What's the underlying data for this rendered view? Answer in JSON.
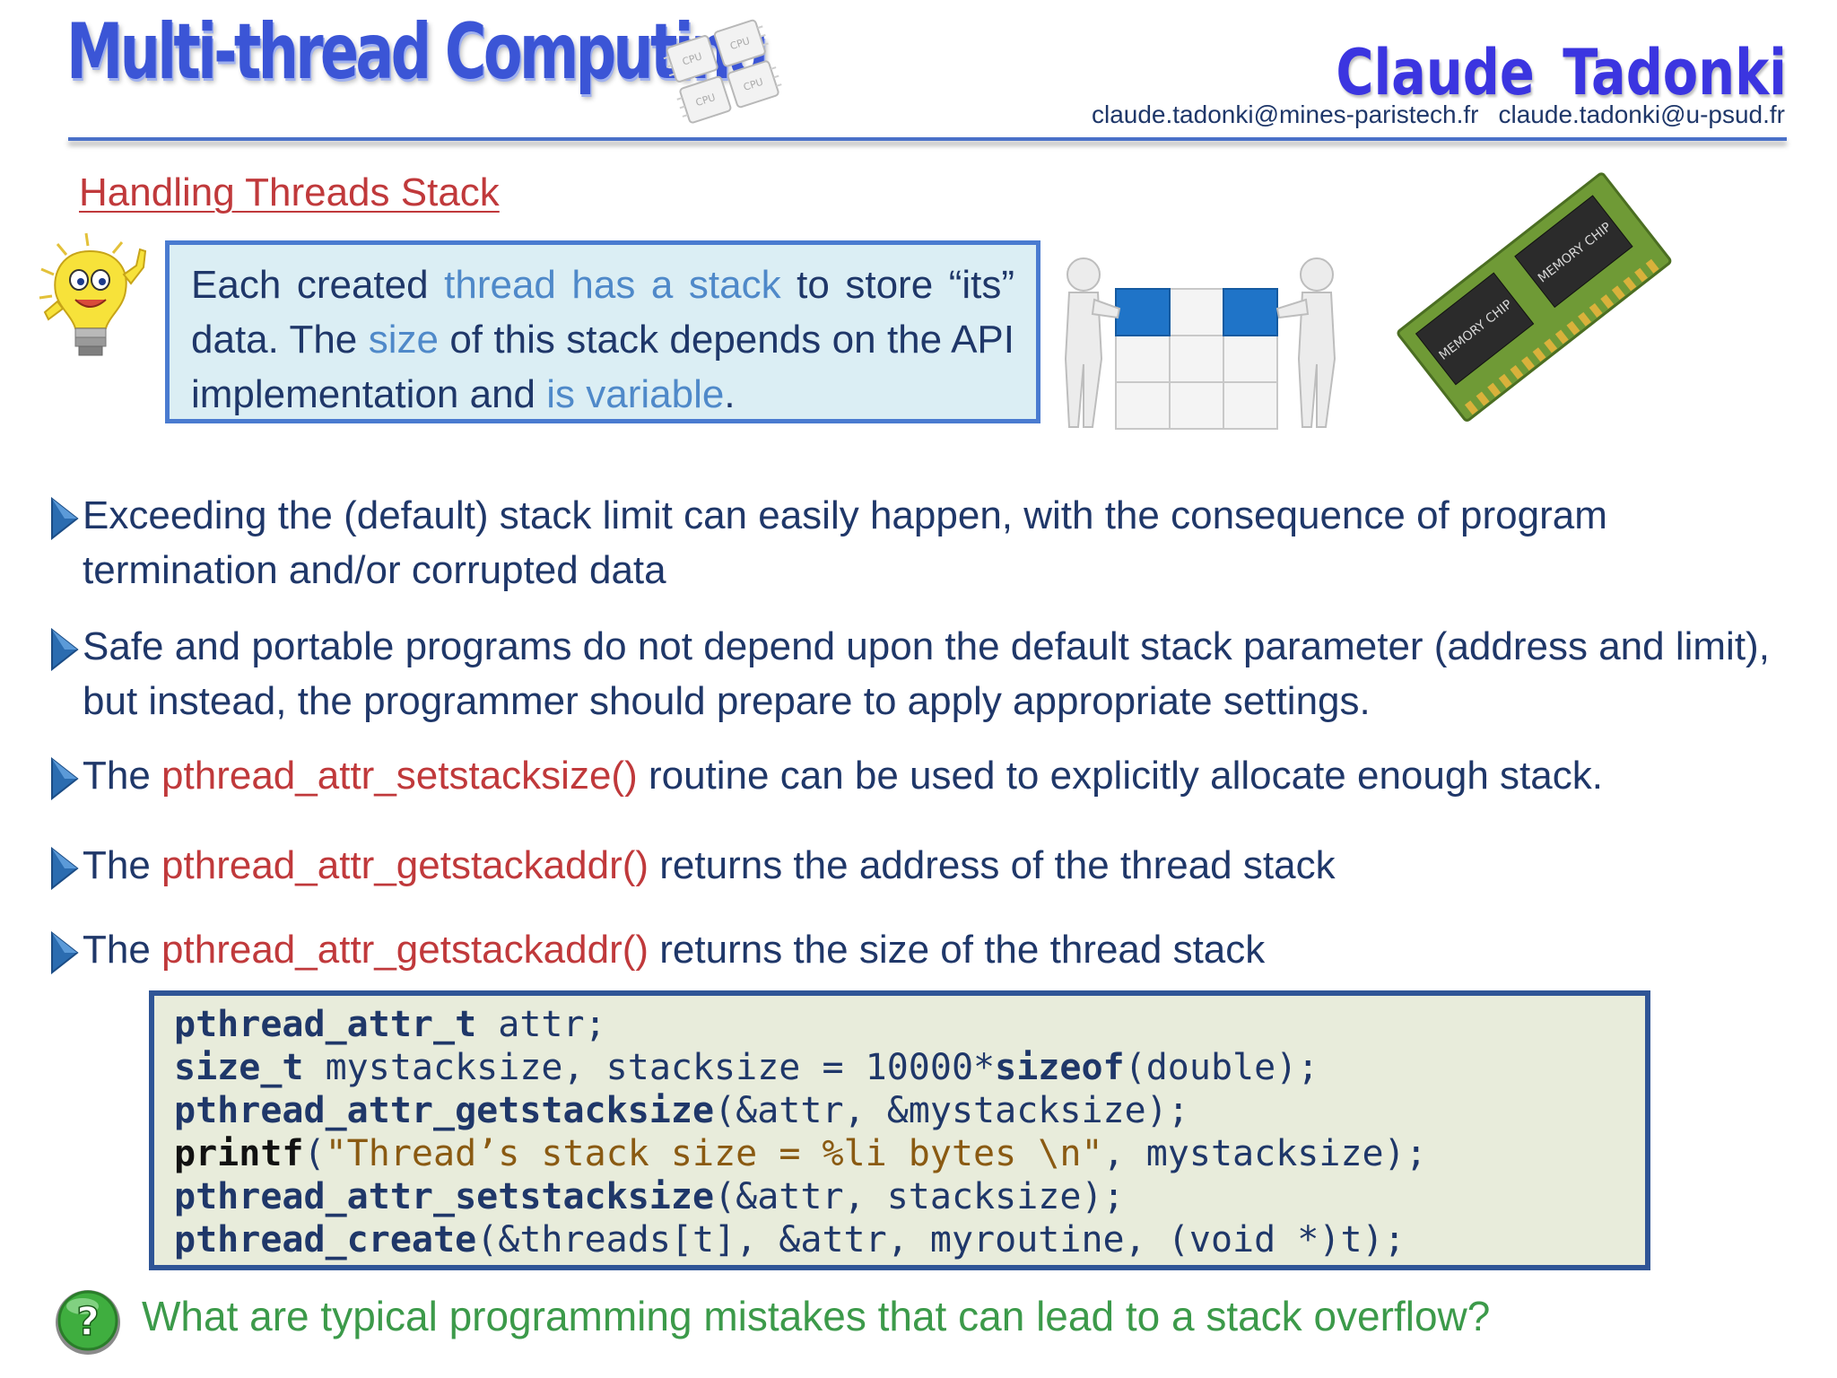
{
  "header": {
    "title": "Multi-thread Computing",
    "author": "Claude Tadonki",
    "emails": [
      "claude.tadonki@mines-paristech.fr",
      "claude.tadonki@u-psud.fr"
    ]
  },
  "section_title": "Handling Threads Stack",
  "info_box": {
    "t1": "Each created ",
    "t2": "thread has a stack",
    "t3": " to store “its” data. The ",
    "t4": "size",
    "t5": " of this stack depends on the API implementation and ",
    "t6": "is variable",
    "t7": "."
  },
  "bullets": [
    {
      "text": "Exceeding the (default) stack limit can easily happen, with the consequence of program termination and/or corrupted data"
    },
    {
      "text": "Safe and portable programs do not depend upon the default stack parameter (address and limit), but instead, the programmer should prepare to apply appropriate settings."
    },
    {
      "pre": "The ",
      "fn": "pthread_attr_setstacksize()",
      "post": " routine can be used to explicitly allocate enough stack."
    },
    {
      "pre": "The ",
      "fn": "pthread_attr_getstackaddr()",
      "post": " returns the address of the thread stack"
    },
    {
      "pre": "The ",
      "fn": "pthread_attr_getstackaddr()",
      "post": " returns the size of the thread stack"
    }
  ],
  "code": {
    "l1_kw": "pthread_attr_t",
    "l1_rest": " attr;",
    "l2_kw": "size_t",
    "l2_mid": " mystacksize, stacksize = 10000*",
    "l2_kw2": "sizeof",
    "l2_rest": "(double);",
    "l3_kw": "pthread_attr_getstacksize",
    "l3_rest": "(&attr, &mystacksize);",
    "l4_kw": "printf",
    "l4_open": "(",
    "l4_str": "\"Thread’s stack size = %li bytes \\n\"",
    "l4_rest": ", mystacksize);",
    "l5_kw": "pthread_attr_setstacksize",
    "l5_rest": "(&attr, stacksize);",
    "l6_kw": "pthread_create",
    "l6_rest": "(&threads[t], &attr, myroutine, (void *)t);"
  },
  "question": "What are typical programming mistakes that can lead to a stack overflow?",
  "images": {
    "chip_labels": [
      "CPU",
      "CPU",
      "CPU",
      "CPU"
    ],
    "memory_labels": [
      "MEMORY CHIP",
      "MEMORY CHIP"
    ]
  },
  "colors": {
    "title_blue": "#3b55d6",
    "text_navy": "#1f3769",
    "accent_red": "#c0393b",
    "highlight_blue": "#4f89c9",
    "question_green": "#3c9a4a"
  }
}
